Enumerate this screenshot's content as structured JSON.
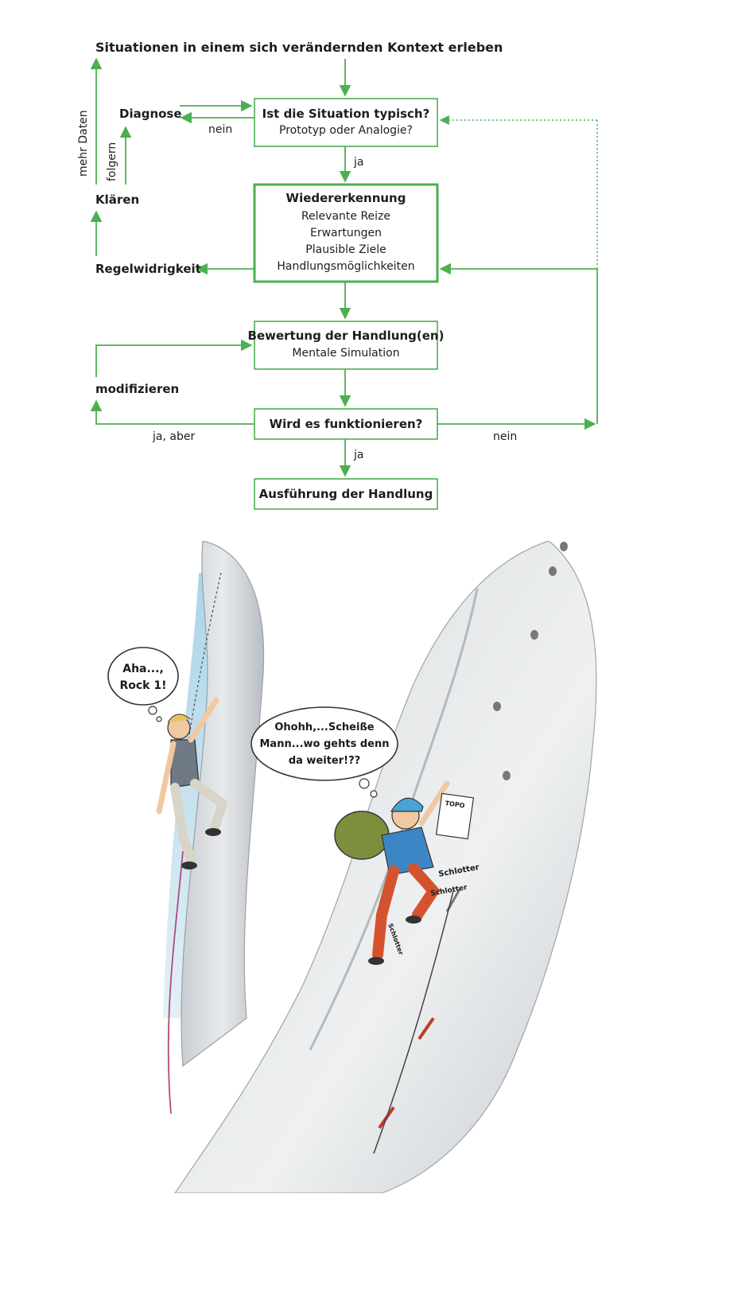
{
  "diagram": {
    "top_title": "Situationen in einem sich verändernden Kontext erleben",
    "box_typical": {
      "line1": "Ist die Situation typisch?",
      "line2": "Prototyp oder Analogie?"
    },
    "box_recognition": {
      "title": "Wiedererkennung",
      "items": [
        "Relevante Reize",
        "Erwartungen",
        "Plausible Ziele",
        "Handlungsmöglichkeiten"
      ]
    },
    "box_evaluation": {
      "line1": "Bewertung der Handlung(en)",
      "line2": "Mentale Simulation"
    },
    "box_works": "Wird es funktionieren?",
    "box_execution": "Ausführung der Handlung",
    "side_labels": {
      "diagnose": "Diagnose",
      "klaeren": "Klären",
      "regelwidrigkeit": "Regelwidrigkeit",
      "modifizieren": "modifizieren",
      "mehr_daten": "mehr Daten",
      "folgern": "folgern"
    },
    "edge_labels": {
      "nein_typical": "nein",
      "ja_typical": "ja",
      "ja_aber": "ja, aber",
      "nein_works": "nein",
      "ja_works": "ja"
    },
    "accent_color": "#4caf50"
  },
  "cartoon": {
    "bubble_left": [
      "Aha...,",
      "Rock 1!"
    ],
    "bubble_right": [
      "Ohohh,...Scheiße",
      "Mann...wo gehts denn",
      "da weiter!??"
    ],
    "topo_label": "TOPO",
    "shiver_1": "Schlotter",
    "shiver_2": "Schlotter",
    "shiver_3": "Schlotter"
  }
}
